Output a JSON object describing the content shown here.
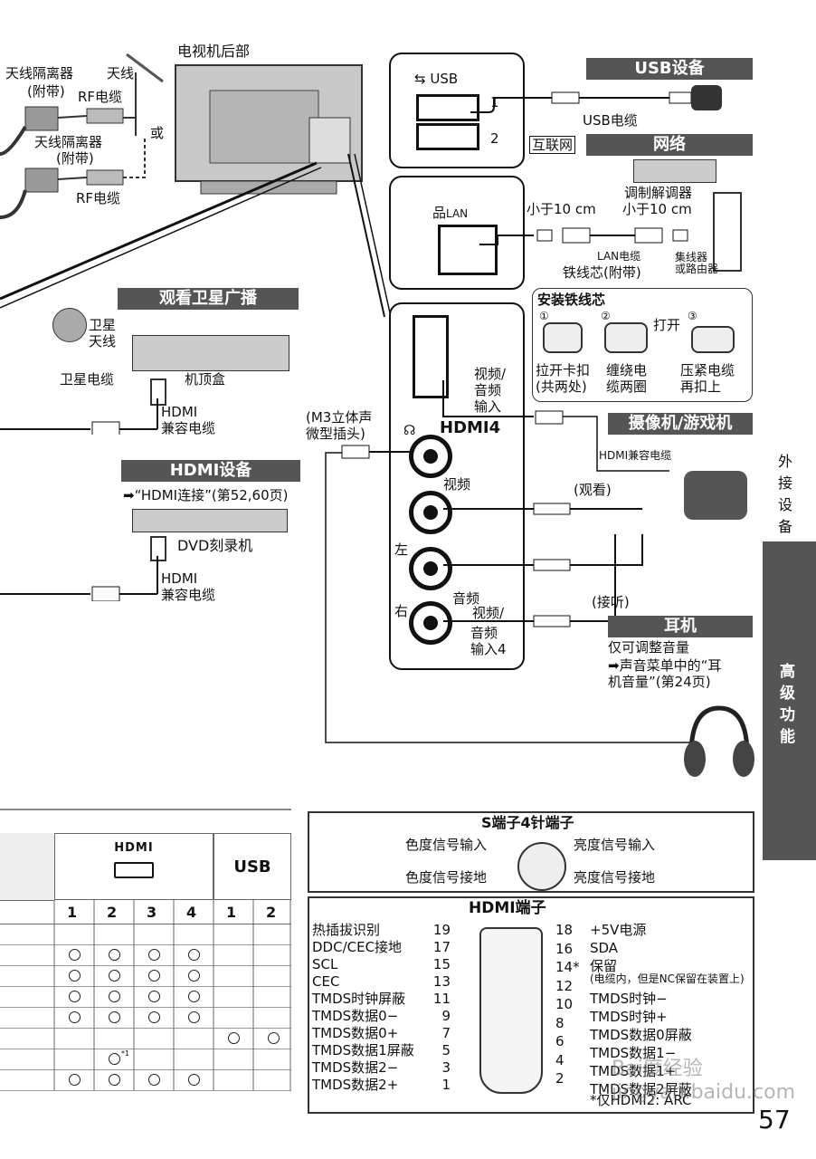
{
  "top_left": {
    "tv_back": "电视机后部",
    "antenna_isolator": "天线隔离器",
    "attached": "(附带)",
    "antenna": "天线",
    "rf_cable": "RF电缆",
    "or": "或",
    "antenna_isolator2": "天线隔离器",
    "attached2": "(附带)",
    "rf_cable2": "RF电缆"
  },
  "usb": {
    "port_label": "USB",
    "port1": "1",
    "port2": "2",
    "header": "USB设备",
    "cable": "USB电缆"
  },
  "network": {
    "header": "网络",
    "internet": "互联网",
    "modem": "调制解调器",
    "less10a": "小于10 cm",
    "less10b": "小于10 cm",
    "lan_port": "LAN",
    "lan_cable": "LAN电缆",
    "ferrite": "铁线芯(附带)",
    "hub": "集线器\n或路由器"
  },
  "ferrite_install": {
    "title": "安装铁线芯",
    "step1": "拉开卡扣\n(共两处)",
    "step2": "缠绕电\n缆两圈",
    "step3": "压紧电缆\n再扣上",
    "open": "打开",
    "n1": "①",
    "n2": "②",
    "n3": "③"
  },
  "satellite": {
    "header": "观看卫星广播",
    "dish": "卫星\n天线",
    "cable": "卫星电缆",
    "stb": "机顶盒",
    "hdmi": "HDMI\n兼容电缆"
  },
  "hdmi_device": {
    "header": "HDMI设备",
    "ref": "➡“HDMI连接”(第52,60页)",
    "dvd": "DVD刻录机",
    "hdmi": "HDMI\n兼容电缆"
  },
  "side_panel": {
    "av_in": "视频/\n音频\n输入",
    "hdmi4": "HDMI4",
    "video": "视频",
    "left": "左",
    "right": "右",
    "audio": "音频",
    "av_in4a": "视频/",
    "av_in4b": "音频\n输入4",
    "minijack": "(M3立体声\n微型插头)"
  },
  "camera": {
    "header": "摄像机/游戏机",
    "hdmi_cable": "HDMI兼容电缆",
    "watch": "(观看)",
    "listen": "(接听)"
  },
  "headphone": {
    "header": "耳机",
    "note1": "仅可调整音量",
    "note2": "➡声音菜单中的“耳\n机音量”(第24页)"
  },
  "sidebar": {
    "top": "外\n接\n设\n备",
    "bottom": "高\n级\n功\n能"
  },
  "table": {
    "hdmi_label": "HDMI",
    "usb_label": "USB",
    "cols": [
      "1",
      "2",
      "3",
      "4",
      "1",
      "2"
    ],
    "rows": [
      [
        0,
        0,
        0,
        0,
        0,
        0
      ],
      [
        1,
        1,
        1,
        1,
        0,
        0
      ],
      [
        1,
        1,
        1,
        1,
        0,
        0
      ],
      [
        1,
        1,
        1,
        1,
        0,
        0
      ],
      [
        1,
        1,
        1,
        1,
        0,
        0
      ],
      [
        0,
        0,
        0,
        0,
        1,
        1
      ],
      [
        0,
        2,
        0,
        0,
        0,
        0
      ],
      [
        1,
        1,
        1,
        1,
        0,
        0
      ]
    ],
    "note_mark": "*1"
  },
  "s_terminal": {
    "title": "S端子4针端子",
    "chroma_in": "色度信号输入",
    "luma_in": "亮度信号输入",
    "chroma_gnd": "色度信号接地",
    "luma_gnd": "亮度信号接地"
  },
  "hdmi_terminal": {
    "title": "HDMI端子",
    "left_labels": [
      "热插拔识别",
      "DDC/CEC接地",
      "SCL",
      "CEC",
      "TMDS时钟屏蔽",
      "TMDS数据0−",
      "TMDS数据0+",
      "TMDS数据1屏蔽",
      "TMDS数据2−",
      "TMDS数据2+"
    ],
    "left_nums": [
      "19",
      "17",
      "15",
      "13",
      "11",
      "9",
      "7",
      "5",
      "3",
      "1"
    ],
    "right_nums": [
      "18",
      "16",
      "14*",
      "12",
      "10",
      "8",
      "6",
      "4",
      "2"
    ],
    "right_labels": [
      "+5V电源",
      "SDA",
      "保留",
      "TMDS时钟−",
      "TMDS时钟+",
      "TMDS数据0屏蔽",
      "TMDS数据1−",
      "TMDS数据1+",
      "TMDS数据2屏蔽"
    ],
    "reserved_note": "(电缆内，但是NC保留在装置上)",
    "arc_note": "*仅HDMI2: ARC"
  },
  "page_number": "57",
  "watermark": "Bai度经验\njingyan.baidu.com"
}
